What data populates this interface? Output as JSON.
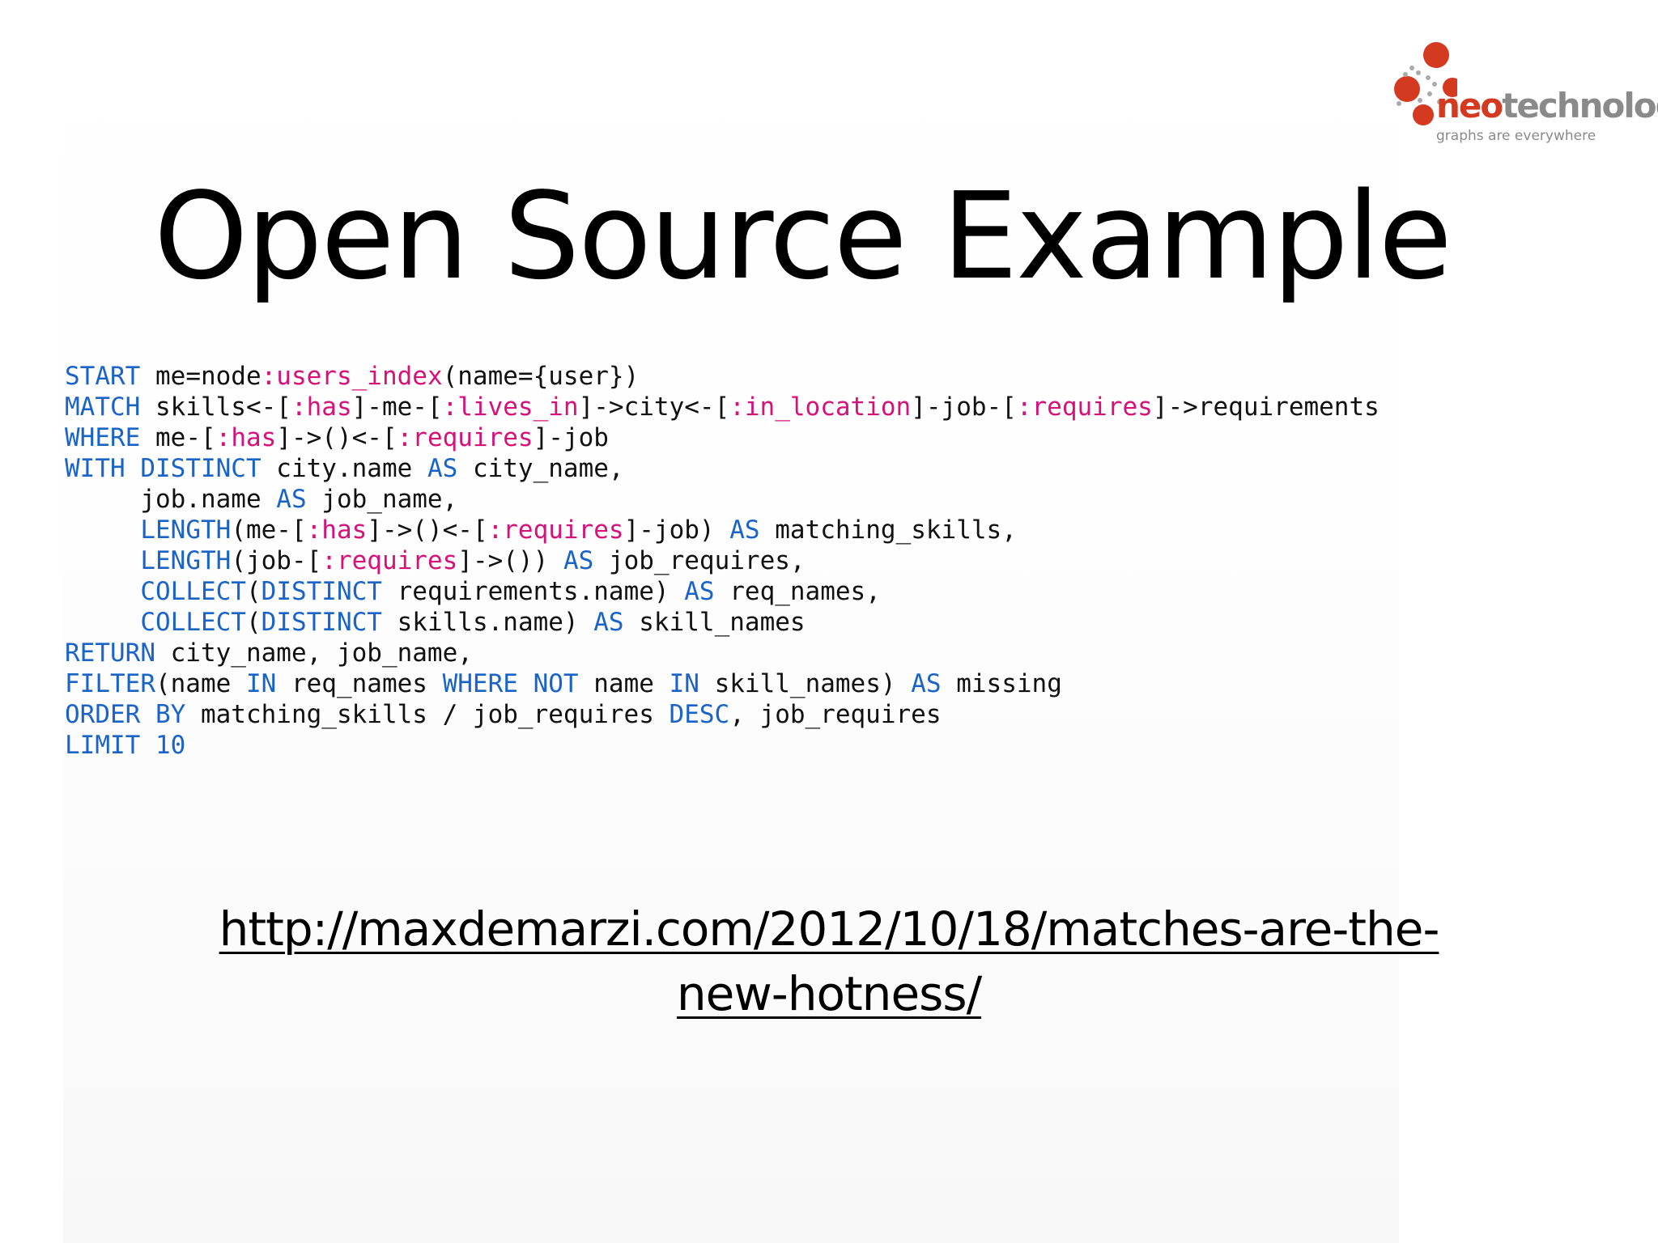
{
  "logo": {
    "brand_neo": "neo",
    "brand_tech": "technology",
    "tagline": "graphs are everywhere",
    "colors": {
      "dots": "#d33a1f",
      "small_dots": "#aaaaaa",
      "text_gray": "#8a8a8a"
    }
  },
  "slide": {
    "title": "Open Source Example"
  },
  "code": {
    "colors": {
      "keyword": "#1a64c8",
      "relationship": "#d6127a",
      "text": "#111111"
    },
    "lines": [
      [
        [
          "k",
          "START"
        ],
        [
          "n",
          " me=node"
        ],
        [
          "r",
          ":users_index"
        ],
        [
          "n",
          "(name={user})"
        ]
      ],
      [
        [
          "k",
          "MATCH"
        ],
        [
          "n",
          " skills<-["
        ],
        [
          "r",
          ":has"
        ],
        [
          "n",
          "]-me-["
        ],
        [
          "r",
          ":lives_in"
        ],
        [
          "n",
          "]->city<-["
        ],
        [
          "r",
          ":in_location"
        ],
        [
          "n",
          "]-job-["
        ],
        [
          "r",
          ":requires"
        ],
        [
          "n",
          "]->requirements"
        ]
      ],
      [
        [
          "k",
          "WHERE"
        ],
        [
          "n",
          " me-["
        ],
        [
          "r",
          ":has"
        ],
        [
          "n",
          "]->()<-["
        ],
        [
          "r",
          ":requires"
        ],
        [
          "n",
          "]-job"
        ]
      ],
      [
        [
          "k",
          "WITH"
        ],
        [
          "n",
          " "
        ],
        [
          "k",
          "DISTINCT"
        ],
        [
          "n",
          " city.name "
        ],
        [
          "k",
          "AS"
        ],
        [
          "n",
          " city_name,"
        ]
      ],
      [
        [
          "n",
          "     job.name "
        ],
        [
          "k",
          "AS"
        ],
        [
          "n",
          " job_name,"
        ]
      ],
      [
        [
          "n",
          "     "
        ],
        [
          "k",
          "LENGTH"
        ],
        [
          "n",
          "(me-["
        ],
        [
          "r",
          ":has"
        ],
        [
          "n",
          "]->()<-["
        ],
        [
          "r",
          ":requires"
        ],
        [
          "n",
          "]-job) "
        ],
        [
          "k",
          "AS"
        ],
        [
          "n",
          " matching_skills,"
        ]
      ],
      [
        [
          "n",
          "     "
        ],
        [
          "k",
          "LENGTH"
        ],
        [
          "n",
          "(job-["
        ],
        [
          "r",
          ":requires"
        ],
        [
          "n",
          "]->()) "
        ],
        [
          "k",
          "AS"
        ],
        [
          "n",
          " job_requires,"
        ]
      ],
      [
        [
          "n",
          "     "
        ],
        [
          "k",
          "COLLECT"
        ],
        [
          "n",
          "("
        ],
        [
          "k",
          "DISTINCT"
        ],
        [
          "n",
          " requirements.name) "
        ],
        [
          "k",
          "AS"
        ],
        [
          "n",
          " req_names,"
        ]
      ],
      [
        [
          "n",
          "     "
        ],
        [
          "k",
          "COLLECT"
        ],
        [
          "n",
          "("
        ],
        [
          "k",
          "DISTINCT"
        ],
        [
          "n",
          " skills.name) "
        ],
        [
          "k",
          "AS"
        ],
        [
          "n",
          " skill_names"
        ]
      ],
      [
        [
          "k",
          "RETURN"
        ],
        [
          "n",
          " city_name, job_name,"
        ]
      ],
      [
        [
          "k",
          "FILTER"
        ],
        [
          "n",
          "(name "
        ],
        [
          "k",
          "IN"
        ],
        [
          "n",
          " req_names "
        ],
        [
          "k",
          "WHERE"
        ],
        [
          "n",
          " "
        ],
        [
          "k",
          "NOT"
        ],
        [
          "n",
          " name "
        ],
        [
          "k",
          "IN"
        ],
        [
          "n",
          " skill_names) "
        ],
        [
          "k",
          "AS"
        ],
        [
          "n",
          " missing"
        ]
      ],
      [
        [
          "k",
          "ORDER BY"
        ],
        [
          "n",
          " matching_skills / job_requires "
        ],
        [
          "k",
          "DESC"
        ],
        [
          "n",
          ", job_requires"
        ]
      ],
      [
        [
          "k",
          "LIMIT"
        ],
        [
          "n",
          " "
        ],
        [
          "k",
          "10"
        ]
      ]
    ]
  },
  "link": {
    "line1": "http://maxdemarzi.com/2012/10/18/matches-are-the-",
    "line2": "new-hotness/"
  }
}
